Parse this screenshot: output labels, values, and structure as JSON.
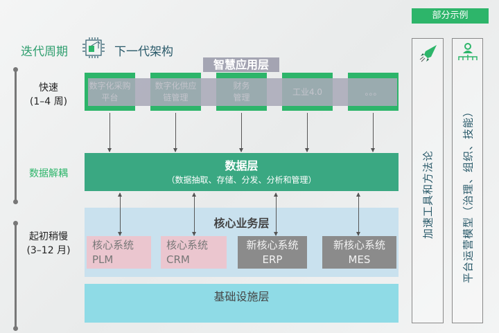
{
  "header": {
    "cycle_label": "迭代周期",
    "arch_label": "下一代架构",
    "icon": "chip-crane-icon"
  },
  "timeline": {
    "fast_label": "快速",
    "fast_range": "(1–4 周)",
    "decouple_label": "数据解耦",
    "slow_label": "起初稍慢",
    "slow_range": "(3–12 月)"
  },
  "app_layer": {
    "title": "智慧应用层",
    "items": [
      "数字化采购平台",
      "数字化供应链管理",
      "财务管理",
      "工业4.0",
      "。。。"
    ]
  },
  "data_layer": {
    "title": "数据层",
    "subtitle": "（数据抽取、存储、分发、分析和管理）"
  },
  "core_layer": {
    "title": "核心业务层",
    "systems": [
      {
        "line1": "核心系统",
        "line2": "PLM"
      },
      {
        "line1": "核心系统",
        "line2": "CRM"
      },
      {
        "line1": "新核心系统",
        "line2": "ERP"
      },
      {
        "line1": "新核心系统",
        "line2": "MES"
      }
    ]
  },
  "infra_layer": {
    "title": "基础设施层"
  },
  "examples": {
    "header": "部分示例",
    "panels": [
      {
        "icon": "rocket-icon",
        "text": "加速工具和方法论"
      },
      {
        "icon": "org-chart-icon",
        "text": "平台运营模型（治理、组织、技能）"
      }
    ]
  },
  "colors": {
    "green": "#2db56a",
    "data": "#3aa882",
    "core": "#c9e1ee",
    "infra": "#8fdbe6",
    "pink": "#ebc6cf",
    "gray": "#8b8b8b"
  }
}
